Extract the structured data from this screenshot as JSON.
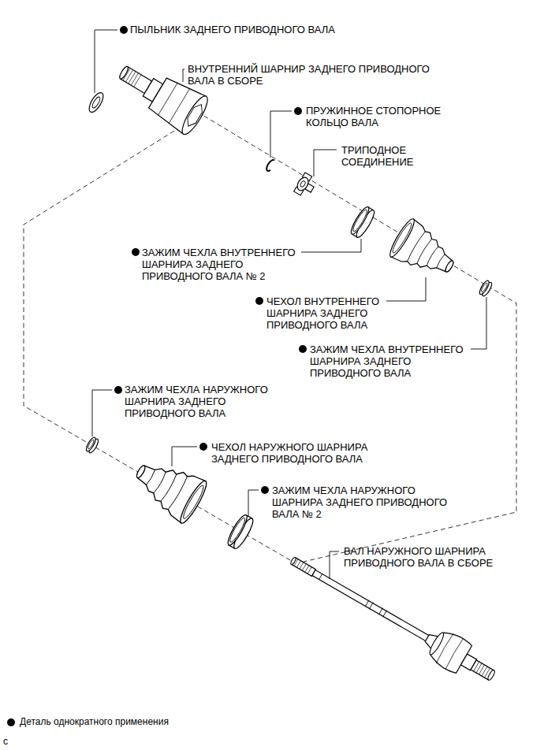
{
  "diagram": {
    "labels": [
      "ПЫЛЬНИК ЗАДНЕГО ПРИВОДНОГО ВАЛА",
      "ВНУТРЕННИЙ ШАРНИР ЗАДНЕГО ПРИВОДНОГО ВАЛА В СБОРЕ",
      "ПРУЖИННОЕ СТОПОРНОЕ КОЛЬЦО ВАЛА",
      "ТРИПОДНОЕ СОЕДИНЕНИЕ",
      "ЗАЖИМ ЧЕХЛА ВНУТРЕННЕГО ШАРНИРА ЗАДНЕГО ПРИВОДНОГО ВАЛА № 2",
      "ЧЕХОЛ ВНУТРЕННЕГО ШАРНИРА ЗАДНЕГО ПРИВОДНОГО ВАЛА",
      "ЗАЖИМ ЧЕХЛА ВНУТРЕННЕГО ШАРНИРА ЗАДНЕГО ПРИВОДНОГО ВАЛА",
      "ЗАЖИМ ЧЕХЛА НАРУЖНОГО ШАРНИРА ЗАДНЕГО ПРИВОДНОГО ВАЛА",
      "ЧЕХОЛ НАРУЖНОГО ШАРНИРА ЗАДНЕГО ПРИВОДНОГО ВАЛА",
      "ЗАЖИМ ЧЕХЛА НАРУЖНОГО ШАРНИРА ЗАДНЕГО ПРИВОДНОГО ВАЛА № 2",
      "ВАЛ НАРУЖНОГО ШАРНИРА ПРИВОДНОГО ВАЛА В СБОРЕ",
      "c"
    ],
    "legend": [
      {
        "text": "Деталь однократного применения"
      }
    ]
  }
}
